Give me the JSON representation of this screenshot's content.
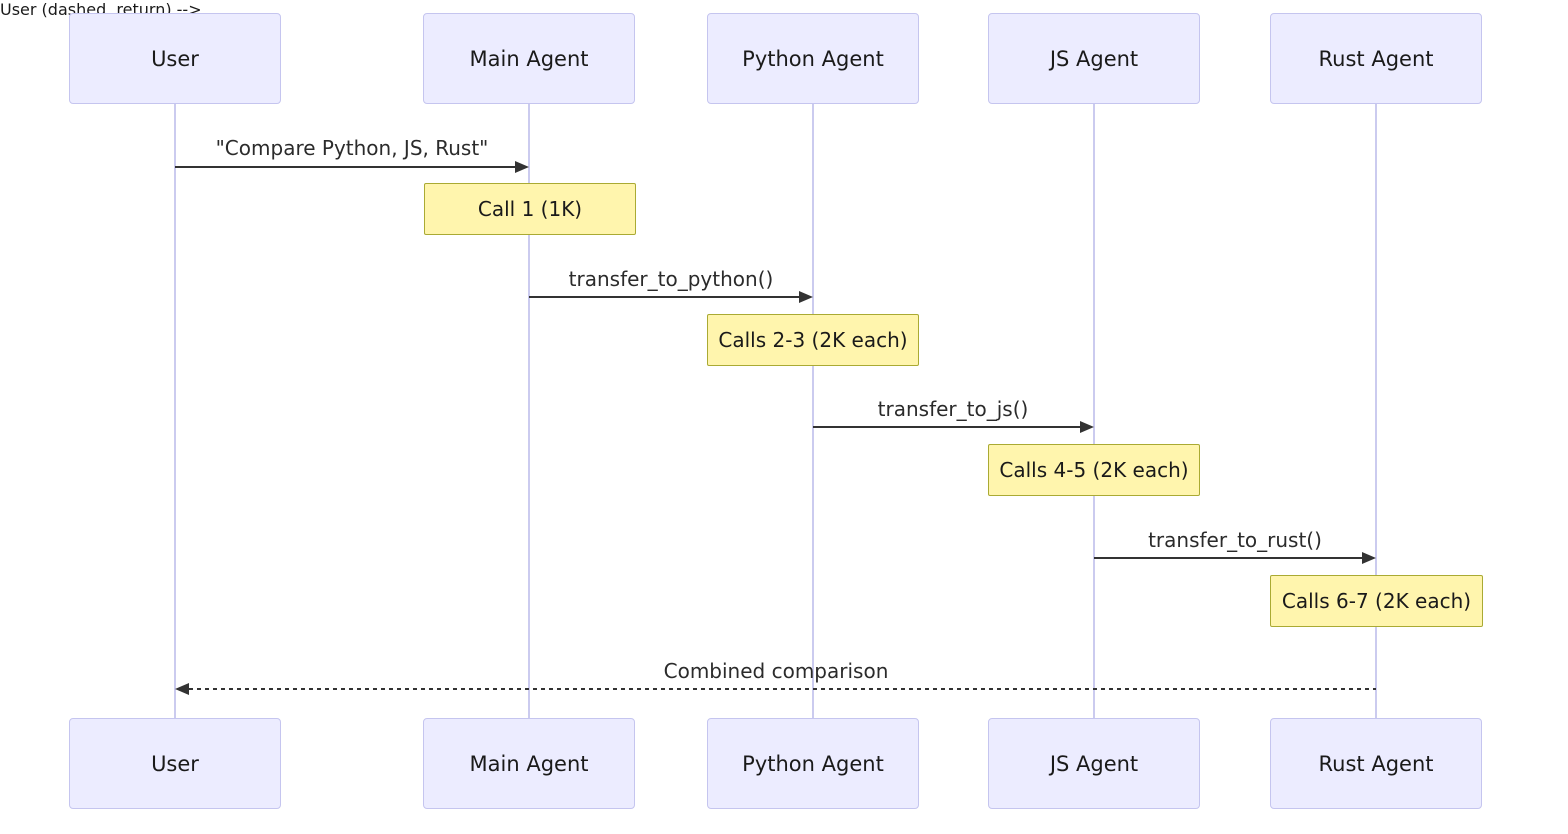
{
  "diagram": {
    "type": "sequence-diagram",
    "participants": [
      {
        "label": "User"
      },
      {
        "label": "Main Agent"
      },
      {
        "label": "Python Agent"
      },
      {
        "label": "JS Agent"
      },
      {
        "label": "Rust Agent"
      }
    ],
    "messages": [
      {
        "text": "\"Compare Python, JS, Rust\"",
        "from": "User",
        "to": "Main Agent",
        "style": "solid"
      },
      {
        "text": "transfer_to_python()",
        "from": "Main Agent",
        "to": "Python Agent",
        "style": "solid"
      },
      {
        "text": "transfer_to_js()",
        "from": "Python Agent",
        "to": "JS Agent",
        "style": "solid"
      },
      {
        "text": "transfer_to_rust()",
        "from": "JS Agent",
        "to": "Rust Agent",
        "style": "solid"
      },
      {
        "text": "Combined comparison",
        "from": "Rust Agent",
        "to": "User",
        "style": "dashed"
      }
    ],
    "notes": [
      {
        "text": "Call 1 (1K)",
        "over": "Main Agent"
      },
      {
        "text": "Calls 2-3 (2K each)",
        "over": "Python Agent"
      },
      {
        "text": "Calls 4-5 (2K each)",
        "over": "JS Agent"
      },
      {
        "text": "Calls 6-7 (2K each)",
        "over": "Rust Agent"
      }
    ],
    "colors": {
      "actor_fill": "#ECECFF",
      "actor_border": "#C5C5EF",
      "lifeline": "#CBCBEF",
      "note_fill": "#FFF5AD",
      "note_border": "#AAAA33",
      "arrow": "#333333",
      "text": "#1a1a1a",
      "bg": "#FFFFFF"
    }
  }
}
